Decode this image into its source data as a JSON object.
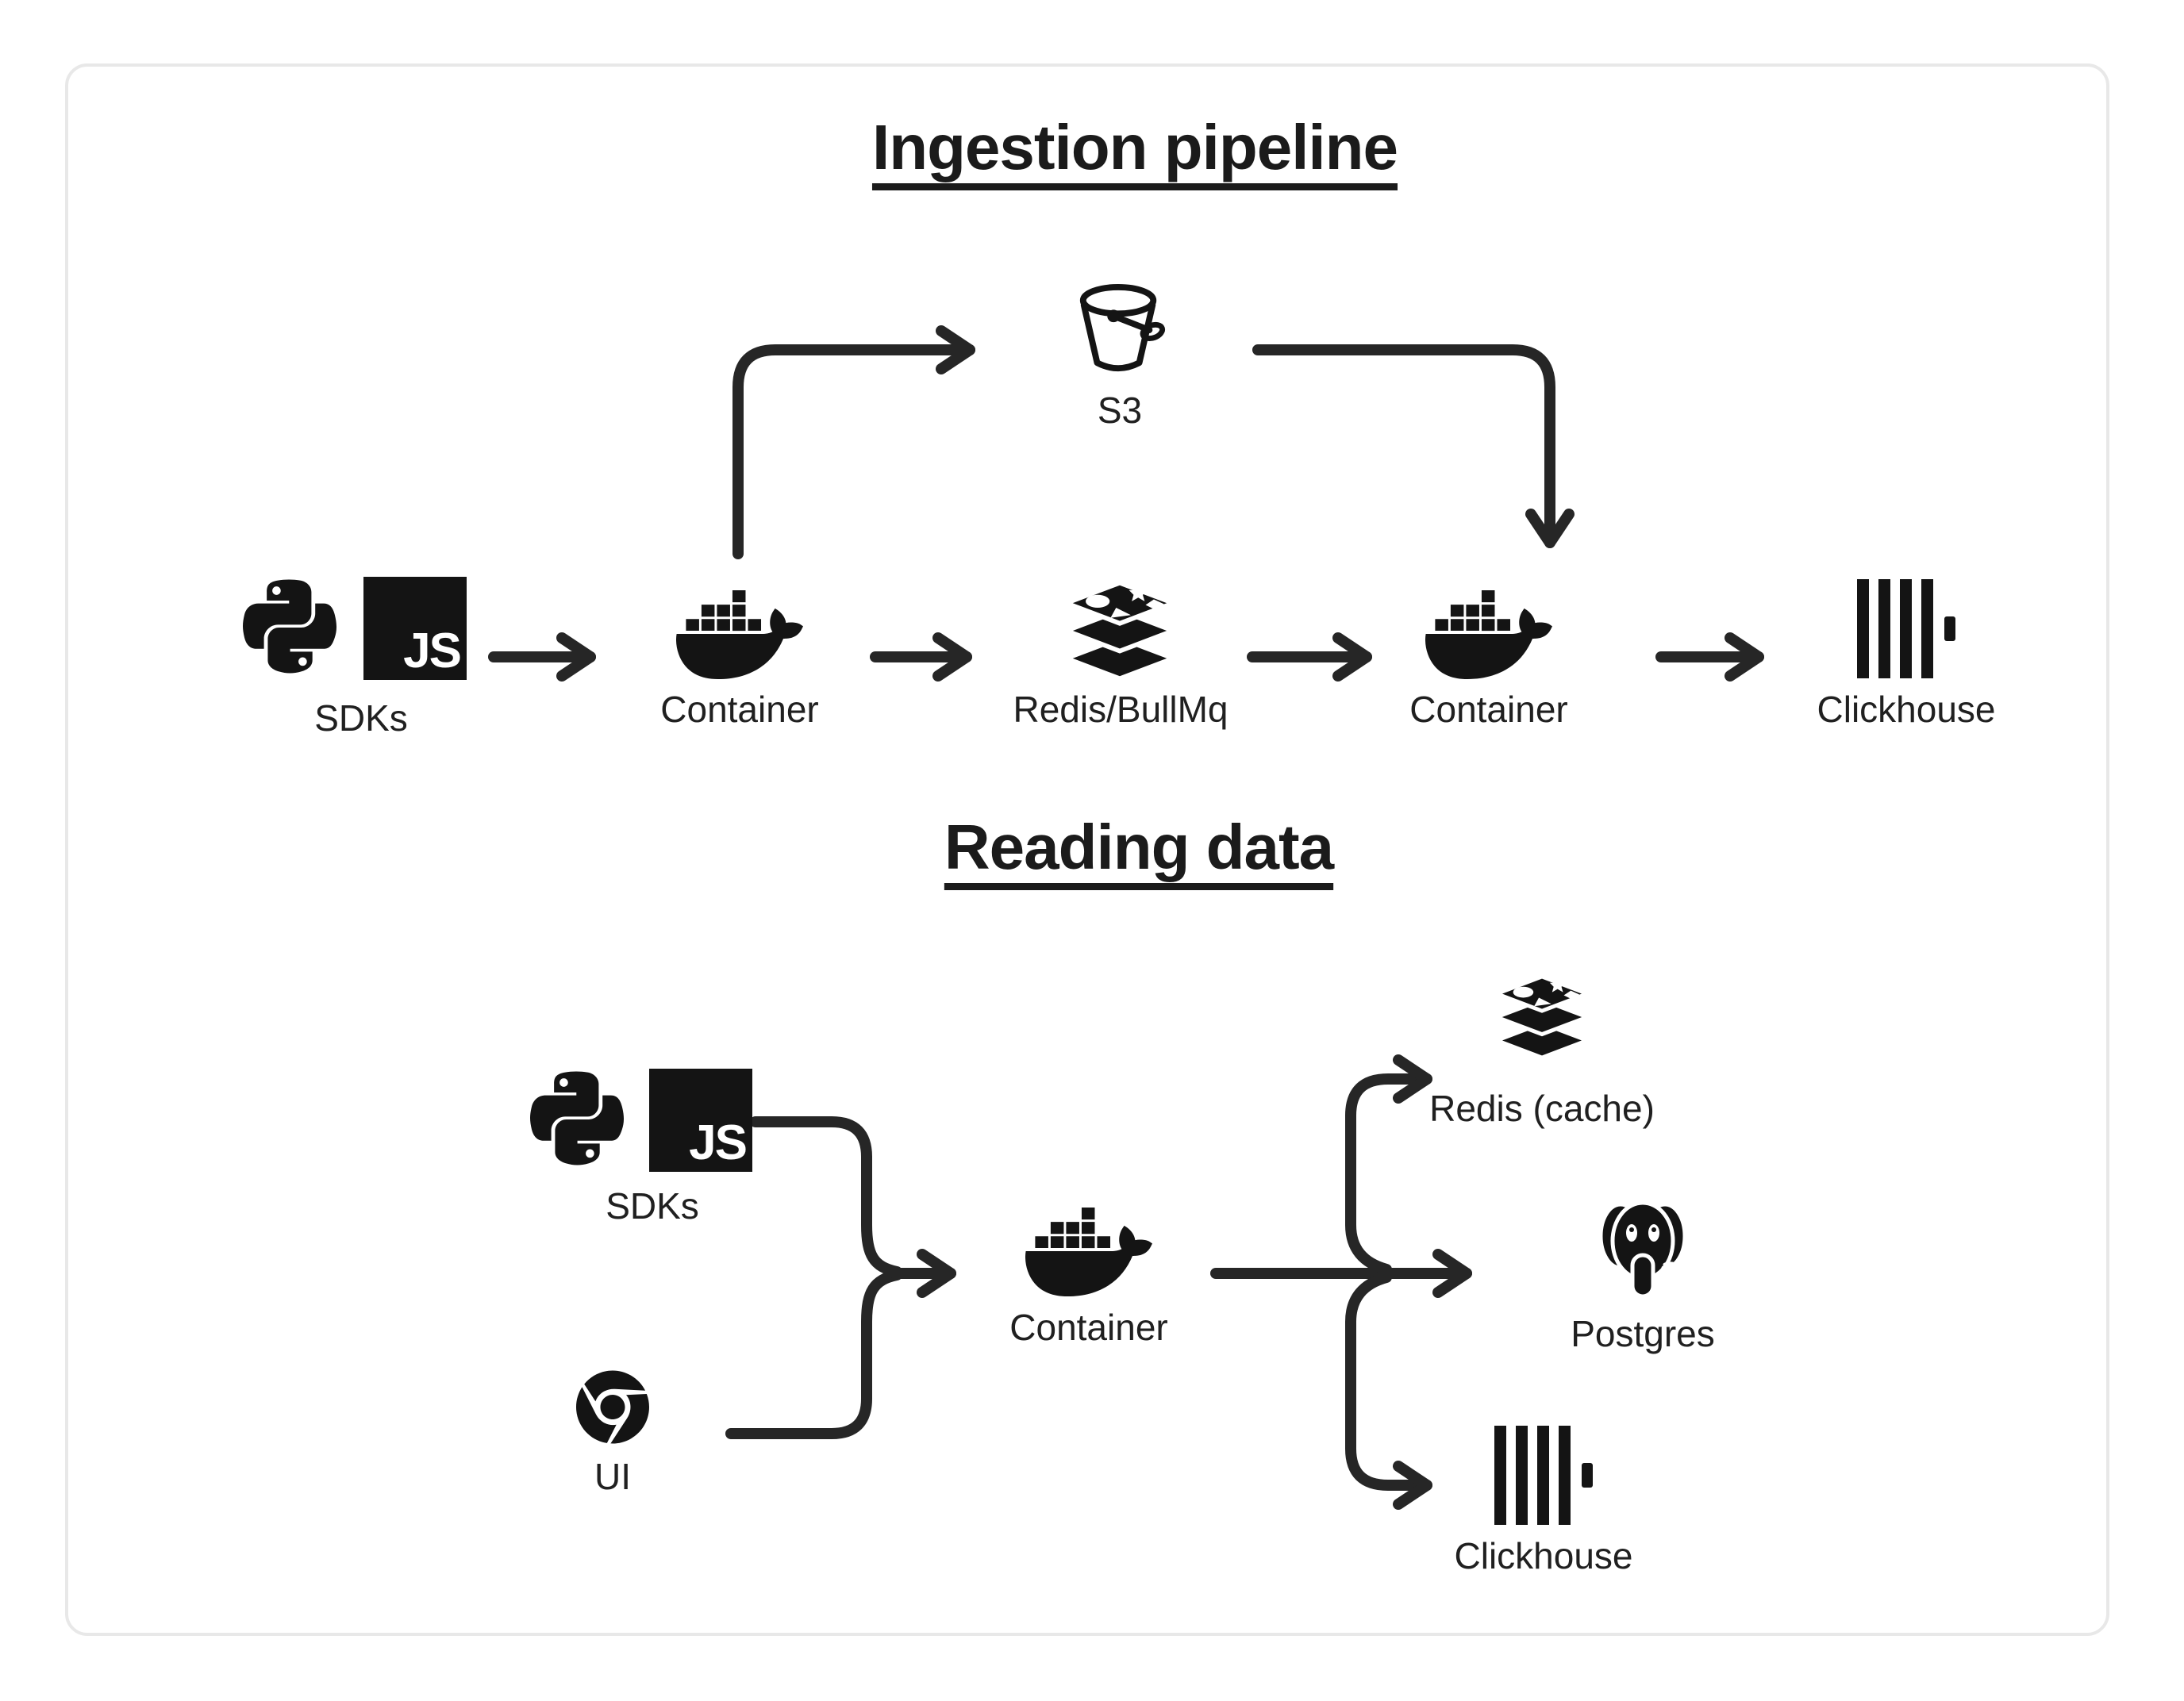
{
  "colors": {
    "ink": "#202020",
    "line": "#262626",
    "card_border": "#e8e8e8",
    "bg": "#ffffff"
  },
  "icons": {
    "js_label": "JS"
  },
  "ingestion": {
    "title": "Ingestion pipeline",
    "nodes": {
      "sdks": {
        "label": "SDKs",
        "icons": [
          "python-icon",
          "js-icon"
        ]
      },
      "s3": {
        "label": "S3",
        "icon": "s3-bucket-icon"
      },
      "container_in": {
        "label": "Container",
        "icon": "docker-icon"
      },
      "queue": {
        "label": "Redis/BullMq",
        "icon": "redis-icon"
      },
      "container_out": {
        "label": "Container",
        "icon": "docker-icon"
      },
      "clickhouse": {
        "label": "Clickhouse",
        "icon": "clickhouse-icon"
      }
    }
  },
  "reading": {
    "title": "Reading data",
    "nodes": {
      "sdks": {
        "label": "SDKs",
        "icons": [
          "python-icon",
          "js-icon"
        ]
      },
      "ui": {
        "label": "UI",
        "icon": "chrome-icon"
      },
      "container": {
        "label": "Container",
        "icon": "docker-icon"
      },
      "redis_cache": {
        "label": "Redis (cache)",
        "icon": "redis-icon"
      },
      "postgres": {
        "label": "Postgres",
        "icon": "postgres-icon"
      },
      "clickhouse": {
        "label": "Clickhouse",
        "icon": "clickhouse-icon"
      }
    }
  }
}
